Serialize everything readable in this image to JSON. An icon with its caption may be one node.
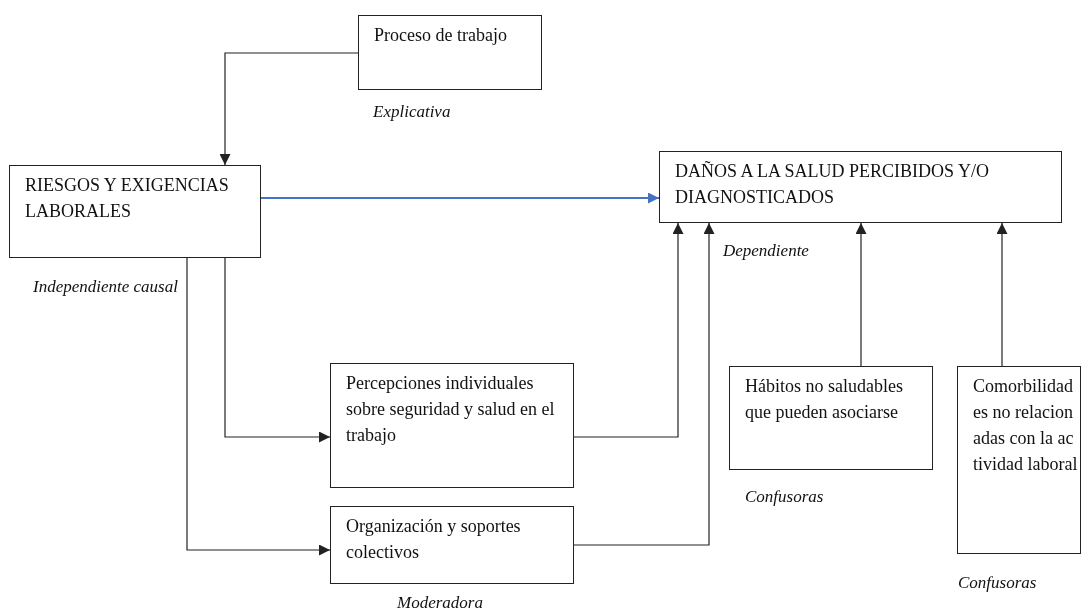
{
  "diagram": {
    "nodes": [
      {
        "text": [
          "Proceso de trabajo"
        ],
        "beside": [
          "Explicativa"
        ]
      },
      {
        "text": [
          "RIESGOS Y EXIGENCIAS LABORALES"
        ],
        "beside": [
          "Independiente causal"
        ]
      },
      {
        "text": [
          "DAÑOS A LA SALUD PERCIBIDOS Y/O DIAGNOSTICADOS"
        ],
        "beside": [
          "Dependiente"
        ]
      },
      {
        "text": [
          "Percepciones individuales sobre seguridad y salud en el trabajo"
        ]
      },
      {
        "text": [
          "Organización y soportes colectivos"
        ],
        "beside": [
          "Moderadora"
        ]
      },
      {
        "text": [
          "Hábitos no saludables que pueden asociarse"
        ],
        "beside": [
          "Confusoras"
        ]
      },
      {
        "text": [
          "Comorbilidades no relacionadas con la actividad laboral"
        ],
        "beside": [
          "Confusoras"
        ]
      }
    ],
    "edges": [
      {
        "from": 0,
        "to": 1,
        "arrow": "to"
      },
      {
        "from": 1,
        "to": 2,
        "arrow": "to",
        "color": "#4472c4"
      },
      {
        "from": 1,
        "to": 3,
        "arrow": "to"
      },
      {
        "from": 1,
        "to": 4,
        "arrow": "to"
      },
      {
        "from": 3,
        "to": 2,
        "arrow": "to"
      },
      {
        "from": 4,
        "to": 2,
        "arrow": "to"
      },
      {
        "from": 5,
        "to": 2,
        "arrow": "to"
      },
      {
        "from": 6,
        "to": 2,
        "arrow": "to"
      }
    ]
  }
}
